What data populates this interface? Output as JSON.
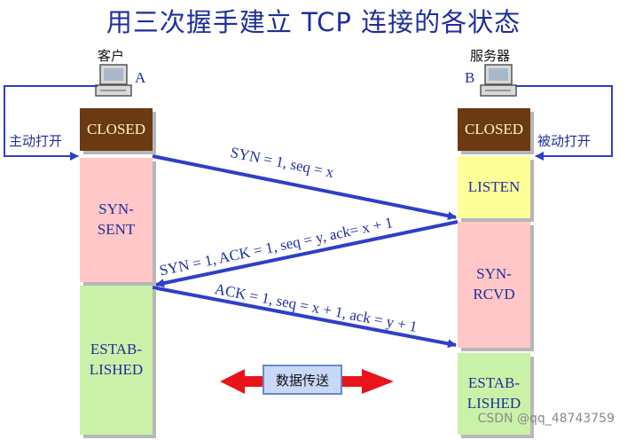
{
  "title": "用三次握手建立 TCP 连接的各状态",
  "client": {
    "label": "客户",
    "letter": "A",
    "loop_label": "主动打开",
    "states": [
      "CLOSED",
      "SYN-\nSENT",
      "ESTAB-\nLISHED"
    ]
  },
  "server": {
    "label": "服务器",
    "letter": "B",
    "loop_label": "被动打开",
    "states": [
      "CLOSED",
      "LISTEN",
      "SYN-\nRCVD",
      "ESTAB-\nLISHED"
    ]
  },
  "messages": [
    "SYN = 1, seq = x",
    "SYN = 1, ACK = 1, seq = y, ack= x + 1",
    "ACK = 1, seq = x + 1, ack = y + 1"
  ],
  "data_transfer_label": "数据传送",
  "watermark": "CSDN @qq_48743759",
  "colors": {
    "arrow": "#2f3fc8",
    "closed": "#6b3a12",
    "listen": "#ffff99",
    "pink_state": "#ffc7c7",
    "green_state": "#c9f2a8",
    "data_arrow": "#e8141a"
  }
}
